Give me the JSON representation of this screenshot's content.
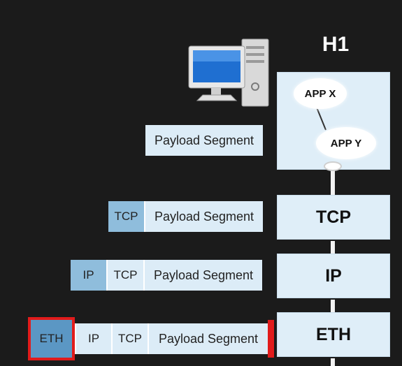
{
  "host": {
    "title": "H1"
  },
  "apps": {
    "app_x": "APP X",
    "app_y": "APP Y"
  },
  "layers": {
    "tcp": "TCP",
    "ip": "IP",
    "eth": "ETH"
  },
  "packets": {
    "payload_only": {
      "payload": "Payload Segment"
    },
    "tcp_packet": {
      "tcp": "TCP",
      "payload": "Payload Segment"
    },
    "ip_packet": {
      "ip": "IP",
      "tcp": "TCP",
      "payload": "Payload Segment"
    },
    "eth_frame": {
      "eth": "ETH",
      "ip": "IP",
      "tcp": "TCP",
      "payload": "Payload Segment"
    }
  },
  "colors": {
    "background": "#1b1b1b",
    "layer_box": "#dfeef8",
    "header_dark": "#8fbddc",
    "eth_highlight": "#5b97c4",
    "highlight_border": "#e11b1b"
  }
}
